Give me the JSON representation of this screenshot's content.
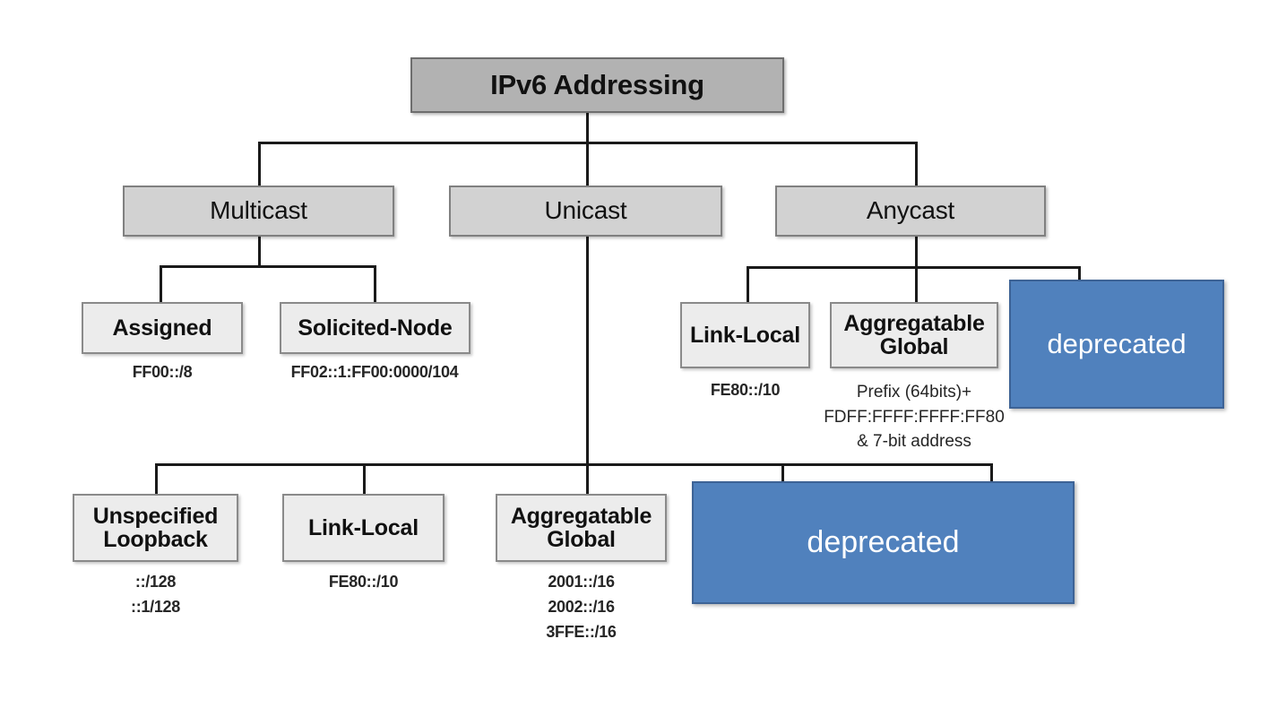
{
  "diagram": {
    "title": "IPv6 Addressing",
    "root": {
      "label": "IPv6 Addressing"
    },
    "level2": [
      {
        "label": "Multicast"
      },
      {
        "label": "Unicast"
      },
      {
        "label": "Anycast"
      }
    ],
    "multicast_children": [
      {
        "label": "Assigned",
        "caption": "FF00::/8"
      },
      {
        "label": "Solicited-Node",
        "caption": "FF02::1:FF00:0000/104"
      }
    ],
    "anycast_children": [
      {
        "label": "Link-Local",
        "caption": "FE80::/10"
      },
      {
        "label_line1": "Aggregatable",
        "label_line2": "Global",
        "caption": "Prefix (64bits)+\nFDFF:FFFF:FFFF:FF80\n& 7-bit address"
      },
      {
        "label": "deprecated"
      }
    ],
    "unicast_children": [
      {
        "label_line1": "Unspecified",
        "label_line2": "Loopback",
        "caption": "::/128\n::1/128"
      },
      {
        "label": "Link-Local",
        "caption": "FE80::/10"
      },
      {
        "label_line1": "Aggregatable",
        "label_line2": "Global",
        "caption": "2001::/16\n2002::/16\n3FFE::/16"
      },
      {
        "label": "deprecated"
      }
    ],
    "colors": {
      "root_fill": "#b2b2b2",
      "level2_fill": "#d2d2d2",
      "leaf_fill": "#ececec",
      "deprecated_fill": "#5081bd",
      "deprecated_border": "#3d6396",
      "line": "#1a1a1a",
      "background": "#ffffff"
    }
  }
}
